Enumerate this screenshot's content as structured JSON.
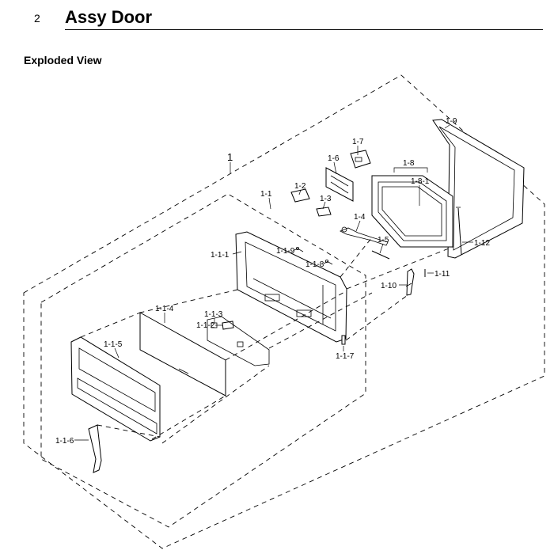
{
  "header": {
    "section_number": "2",
    "title": "Assy Door"
  },
  "subtitle": "Exploded View",
  "callouts": {
    "p1": "1",
    "p1_1": "1-1",
    "p1_1_1": "1-1-1",
    "p1_1_2": "1-1-2",
    "p1_1_3": "1-1-3",
    "p1_1_4": "1-1-4",
    "p1_1_5": "1-1-5",
    "p1_1_6": "1-1-6",
    "p1_1_7": "1-1-7",
    "p1_1_8": "1-1-8",
    "p1_1_9": "1-1-9",
    "p1_2": "1-2",
    "p1_3": "1-3",
    "p1_4": "1-4",
    "p1_5": "1-5",
    "p1_6": "1-6",
    "p1_7": "1-7",
    "p1_8": "1-8",
    "p1_8_1": "1-8-1",
    "p1_9": "1-9",
    "p1_10": "1-10",
    "p1_11": "1-11",
    "p1_12": "1-12"
  }
}
